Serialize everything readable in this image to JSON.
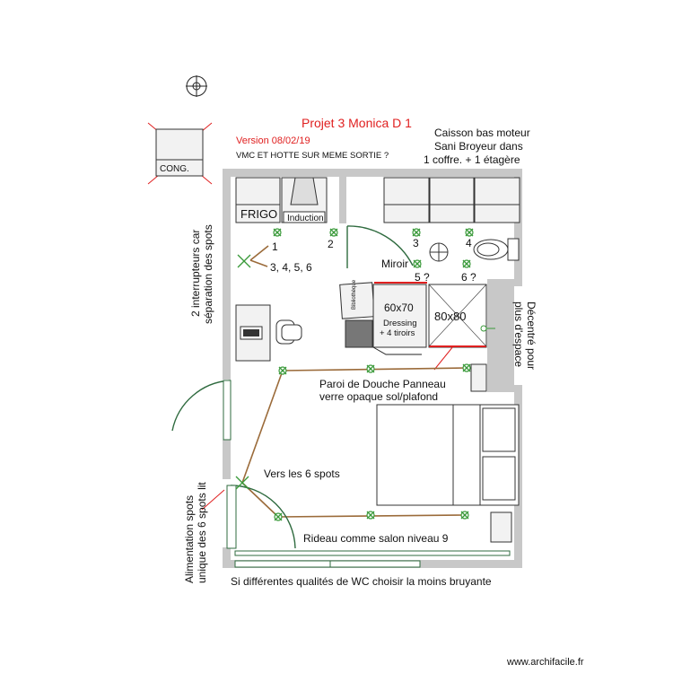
{
  "title": "Projet 3 Monica D 1",
  "version": "Version 08/02/19",
  "vmc_note": "VMC ET HOTTE SUR MEME SORTIE ?",
  "cong_label": "CONG.",
  "caisson_note": [
    "Caisson bas moteur",
    "Sani Broyeur dans",
    "1 coffre. + 1 étagère"
  ],
  "frigo_label": "FRIGO",
  "induction_label": "Induction",
  "spot_numbers": [
    "1",
    "2",
    "3",
    "4",
    "3, 4, 5, 6",
    "5 ?",
    "6 ?"
  ],
  "miroir_label": "Miroir",
  "bibliotheque_label": "Bibliothèque",
  "dressing": {
    "size": "60x70",
    "line1": "Dressing",
    "line2": "+ 4 tiroirs"
  },
  "douche_label": "80x80",
  "decentre_note": [
    "Décentré pour",
    "plus d'espace"
  ],
  "interrupteurs_note": [
    "2 interrupteurs car",
    "séparation des spots"
  ],
  "paroi_note": [
    "Paroi de Douche Panneau",
    "verre opaque sol/plafond"
  ],
  "vers_spots": "Vers les 6 spots",
  "alimentation_note": [
    "Alimentation spots",
    "unique des 6 spots lit"
  ],
  "rideau_note": "Rideau comme salon niveau 9",
  "wc_note": "Si différentes qualités de WC choisir la moins bruyante",
  "footer": "www.archifacile.fr",
  "colors": {
    "title": "#e02020",
    "walls": "#c8c8c8",
    "wire": "#9b6b3a",
    "spot": "#3a9a3a",
    "door": "#2f6b3f"
  }
}
